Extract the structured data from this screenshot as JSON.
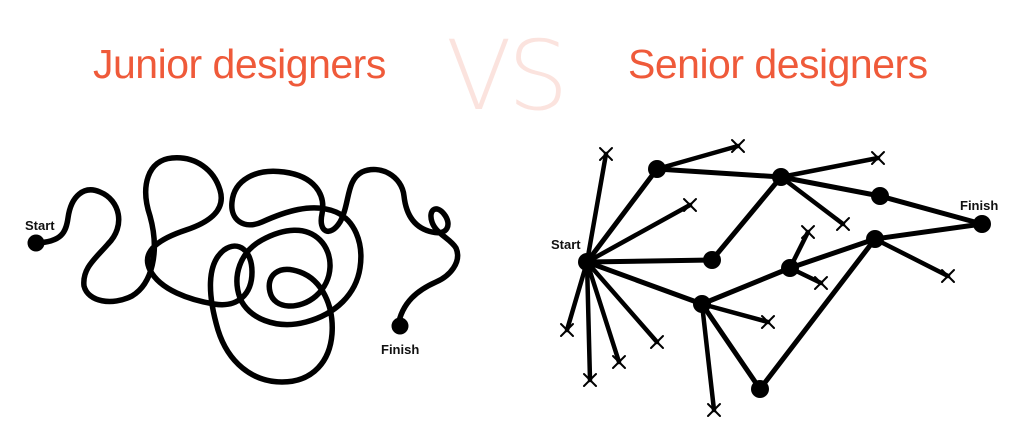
{
  "junior": {
    "title": "Junior designers",
    "start_label": "Start",
    "finish_label": "Finish"
  },
  "vs_label": "VS",
  "senior": {
    "title": "Senior designers",
    "start_label": "Start",
    "finish_label": "Finish"
  },
  "colors": {
    "title": "#ef5a3a",
    "vs": "#fbe3de",
    "ink": "#000000"
  }
}
